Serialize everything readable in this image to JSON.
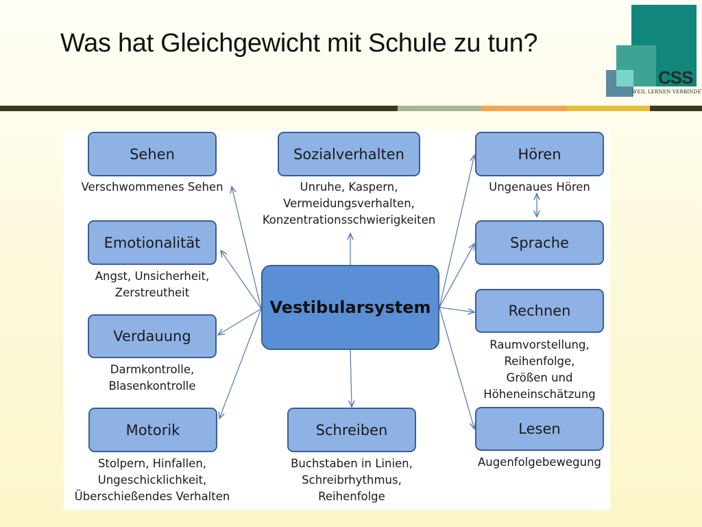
{
  "slide": {
    "title": "Was hat Gleichgewicht mit Schule zu tun?"
  },
  "logo": {
    "name": "CSS",
    "tagline": "WEIL LERNEN VERBINDET"
  },
  "diagram": {
    "center": "Vestibularsystem",
    "nodes": {
      "sehen": {
        "label": "Sehen",
        "desc": [
          "Verschwommenes Sehen"
        ]
      },
      "sozial": {
        "label": "Sozialverhalten",
        "desc": [
          "Unruhe, Kaspern,",
          "Vermeidungsverhalten,",
          "Konzentrationsschwierigkeiten"
        ]
      },
      "hoeren": {
        "label": "Hören",
        "desc": [
          "Ungenaues Hören"
        ]
      },
      "emotion": {
        "label": "Emotionalität",
        "desc": [
          "Angst, Unsicherheit,",
          "Zerstreutheit"
        ]
      },
      "sprache": {
        "label": "Sprache",
        "desc": []
      },
      "verdauung": {
        "label": "Verdauung",
        "desc": [
          "Darmkontrolle,",
          "Blasenkontrolle"
        ]
      },
      "rechnen": {
        "label": "Rechnen",
        "desc": [
          "Raumvorstellung,",
          "Reihenfolge,",
          "Größen und",
          "Höheneinschätzung"
        ]
      },
      "motorik": {
        "label": "Motorik",
        "desc": [
          "Stolpern, Hinfallen,",
          "Ungeschicklichkeit,",
          "Überschießendes Verhalten"
        ]
      },
      "schreiben": {
        "label": "Schreiben",
        "desc": [
          "Buchstaben in Linien,",
          "Schreibrhythmus,",
          "Reihenfolge"
        ]
      },
      "lesen": {
        "label": "Lesen",
        "desc": [
          "Augenfolgebewegung"
        ]
      }
    }
  },
  "colors": {
    "box_fill": "#8fb2e5",
    "center_fill": "#5a8fd6",
    "box_border": "#3b5e94",
    "arrow": "#5b7fb5",
    "stripe": [
      "#3d3a22",
      "#a9b592",
      "#f2a552",
      "#e7bf3a",
      "#3d3a22"
    ],
    "logo": [
      "#10877a",
      "#3fa393",
      "#7ad5cc",
      "#5b8a9e"
    ]
  }
}
